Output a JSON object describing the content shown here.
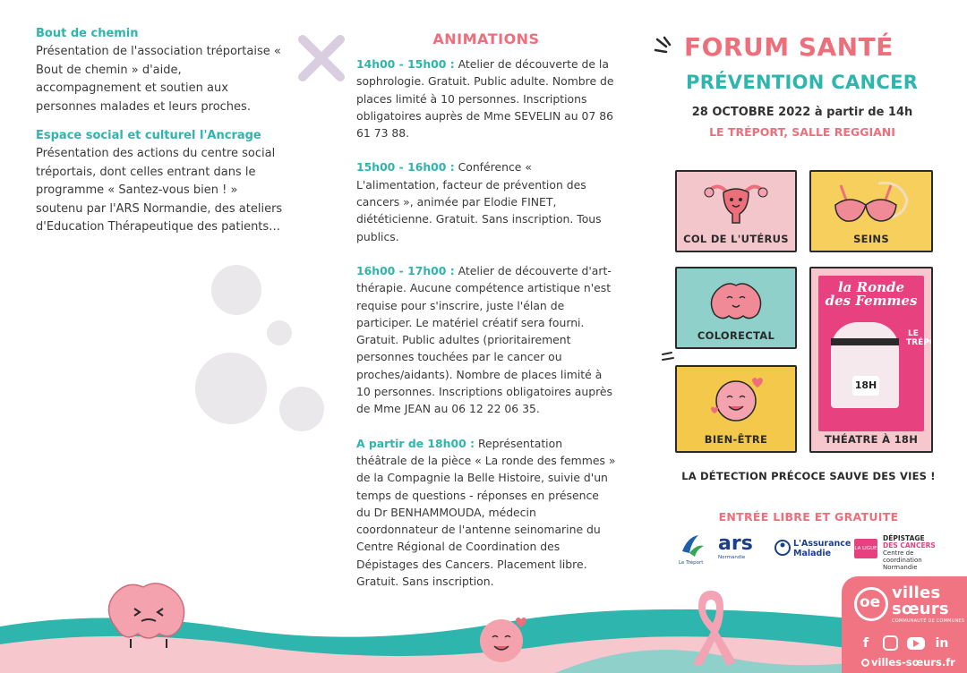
{
  "left": {
    "blocks": [
      {
        "title": "Bout de chemin",
        "text": "Présentation de l'association tréportaise « Bout de chemin » d'aide, accompagnement et soutien aux personnes malades et leurs proches."
      },
      {
        "title": "Espace social et culturel l'Ancrage",
        "text": "Présentation des actions du centre social tréportais, dont celles entrant dans le programme « Santez-vous bien ! » soutenu par l'ARS Normandie, des ateliers d'Education Thérapeutique des patients…"
      }
    ]
  },
  "animations": {
    "title": "ANIMATIONS",
    "events": [
      {
        "time": "14h00 - 15h00 :",
        "text": " Atelier de découverte de la sophrologie. Gratuit. Public adulte. Nombre de places limité à 10 personnes. Inscriptions obligatoires auprès de Mme SEVELIN au 07 86 61 73 88."
      },
      {
        "time": "15h00 - 16h00 :",
        "text": " Conférence « L'alimentation, facteur de prévention des cancers », animée par Elodie FINET, diététicienne. Gratuit. Sans inscription. Tous publics."
      },
      {
        "time": "16h00 - 17h00 :",
        "text": " Atelier de découverte d'art-thérapie. Aucune compétence artistique n'est requise pour s'inscrire, juste l'élan de participer. Le matériel créatif sera fourni. Gratuit. Public adultes (prioritairement personnes touchées par le cancer ou proches/aidants). Nombre de places limité à 10 personnes. Inscriptions obligatoires auprès de Mme JEAN au 06 12 22 06 35."
      },
      {
        "time": "A partir de 18h00 :",
        "text": " Représentation théâtrale de la pièce « La ronde des femmes » de la Compagnie la Belle Histoire, suivie d'un temps de questions - réponses en présence du Dr BENHAMMOUDA, médecin coordonnateur de l'antenne seinomarine du Centre Régional de Coordination des Dépistages des Cancers. Placement libre. Gratuit. Sans inscription."
      }
    ]
  },
  "forum": {
    "title": "FORUM SANTÉ",
    "subtitle": "PRÉVENTION CANCER",
    "date": "28 OCTOBRE 2022 à partir de 14h",
    "place": "LE TRÉPORT, SALLE REGGIANI",
    "cards": {
      "uterus": "COL DE L'UTÉRUS",
      "seins": "SEINS",
      "colorectal": "COLORECTAL",
      "bienetre": "BIEN-ÊTRE",
      "theatre": "THÉATRE À 18H"
    },
    "poster": {
      "title": "la Ronde des Femmes",
      "side": "LE TRÉPORT",
      "hour": "18H"
    },
    "slogan": "LA DÉTECTION PRÉCOCE SAUVE DES VIES !",
    "entry": "ENTRÉE LIBRE ET GRATUITE"
  },
  "logos": {
    "treport": "Le Tréport",
    "ars": "ars",
    "ars_sub": "Normandie",
    "am_line1": "L'Assurance",
    "am_line2": "Maladie",
    "ligue": "LA LIGUE",
    "dep_line1": "DÉPISTAGE",
    "dep_line2": "DES CANCERS",
    "dep_line3": "Centre de coordination",
    "dep_line4": "Normandie"
  },
  "villes_soeurs": {
    "mark": "oe",
    "name_line1": "villes",
    "name_line2": "sœurs",
    "sub": "COMMUNAUTÉ DE COMMUNES",
    "url": "villes-sœurs.fr",
    "social": [
      "f",
      "in"
    ]
  },
  "colors": {
    "teal": "#2eb5ad",
    "pink": "#ee6f7c",
    "coral_box": "#f07482"
  }
}
